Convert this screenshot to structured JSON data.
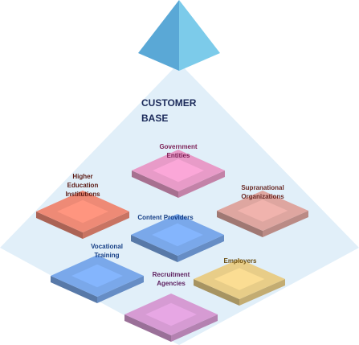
{
  "diagram": {
    "title": "CUSTOMER BASE",
    "title_lines": [
      "CUSTOMER",
      "BASE"
    ],
    "colors": {
      "pyramid_face": "#e1eff9",
      "apex_light": "#7ccbea",
      "apex_dark": "#5aa8d6",
      "title_text": "#1b2a5a"
    },
    "segments": [
      {
        "id": "government-entities",
        "lines": [
          "Government",
          "Entities"
        ],
        "color": "#e89bc8",
        "text_color": "#7c1f55"
      },
      {
        "id": "higher-education-institutions",
        "lines": [
          "Higher",
          "Education",
          "Institutions"
        ],
        "color": "#ee8a76",
        "text_color": "#5a1a14"
      },
      {
        "id": "supranational-organizations",
        "lines": [
          "Supranational",
          "Organizations"
        ],
        "color": "#dea6a0",
        "text_color": "#6a2c28"
      },
      {
        "id": "content-providers",
        "lines": [
          "Content Providers"
        ],
        "color": "#7aa8ea",
        "text_color": "#163f86"
      },
      {
        "id": "vocational-training",
        "lines": [
          "Vocational",
          "Training"
        ],
        "color": "#7aa8ea",
        "text_color": "#163f86"
      },
      {
        "id": "employers",
        "lines": [
          "Employers"
        ],
        "color": "#e8cd88",
        "text_color": "#6a4d10"
      },
      {
        "id": "recruitment-agencies",
        "lines": [
          "Recruitment",
          "Agencies"
        ],
        "color": "#d69bd3",
        "text_color": "#5c1e5e"
      }
    ]
  }
}
